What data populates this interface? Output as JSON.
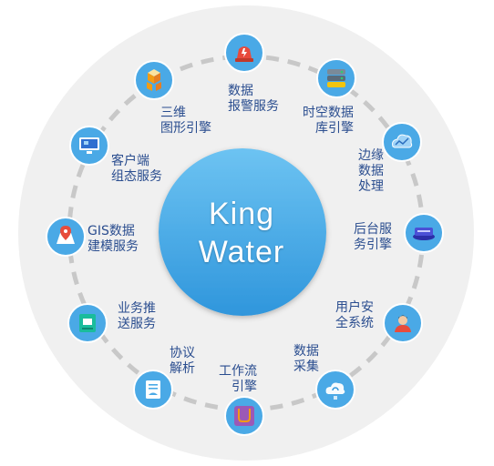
{
  "center": {
    "line1": "King",
    "line2": "Water"
  },
  "colors": {
    "outer_disc": "#f0f0f0",
    "dashed_ring": "#c8c8c8",
    "node": "#4aa9e6",
    "center_top": "#6dc3f2",
    "center_bottom": "#2f96dc",
    "label": "#2a4d8f"
  },
  "nodes": [
    {
      "id": "data-alarm",
      "icon": "alarm-siren-icon",
      "label": "数据\n报警服务"
    },
    {
      "id": "spatiotemporal-db",
      "icon": "database-server-icon",
      "label": "时空数据\n库引擎"
    },
    {
      "id": "edge-data",
      "icon": "edge-cloud-icon",
      "label": "边缘\n数据\n处理"
    },
    {
      "id": "backend-service",
      "icon": "server-stack-icon",
      "label": "后台服\n务引擎"
    },
    {
      "id": "user-security",
      "icon": "user-avatar-icon",
      "label": "用户安\n全系统"
    },
    {
      "id": "data-collection",
      "icon": "cloud-sync-icon",
      "label": "数据\n采集"
    },
    {
      "id": "workflow-engine",
      "icon": "workflow-path-icon",
      "label": "工作流\n引擎"
    },
    {
      "id": "protocol-parsing",
      "icon": "document-icon",
      "label": "协议\n解析"
    },
    {
      "id": "business-push",
      "icon": "push-doc-icon",
      "label": "业务推\n送服务"
    },
    {
      "id": "gis-modeling",
      "icon": "map-pin-icon",
      "label": "GIS数据\n建模服务"
    },
    {
      "id": "client-config",
      "icon": "monitor-icon",
      "label": "客户端\n组态服务"
    },
    {
      "id": "3d-graphics",
      "icon": "cubes-icon",
      "label": "三维\n图形引擎"
    }
  ]
}
